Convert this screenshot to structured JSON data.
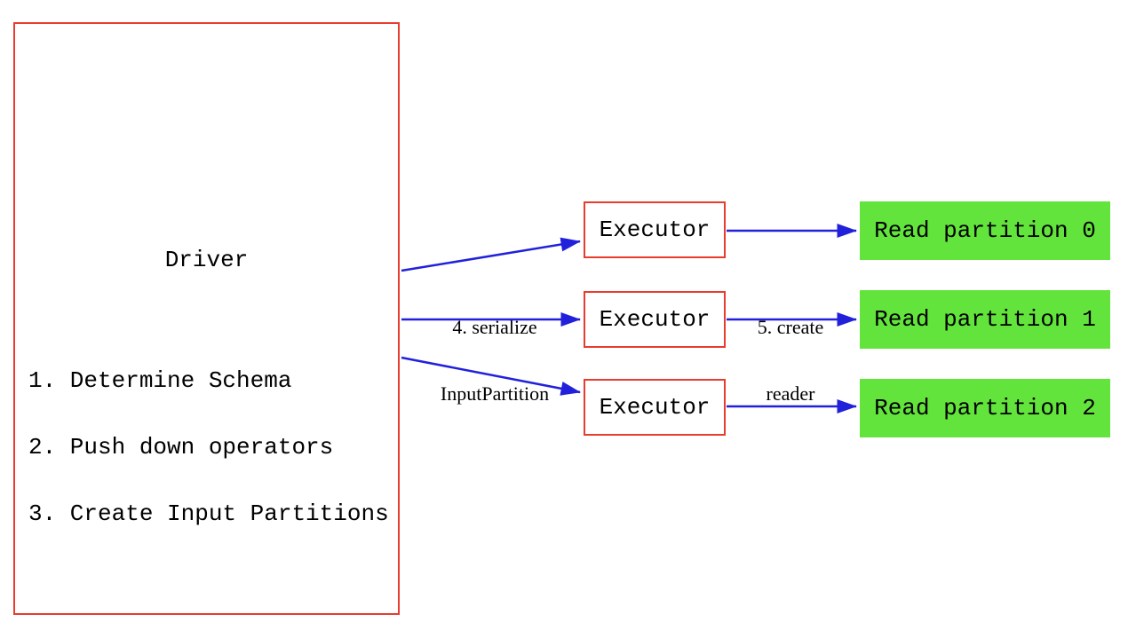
{
  "diagram": {
    "driver": {
      "title": "Driver",
      "steps": [
        "1. Determine Schema",
        "2. Push down operators",
        "3. Create Input Partitions"
      ]
    },
    "executors": [
      {
        "label": "Executor"
      },
      {
        "label": "Executor"
      },
      {
        "label": "Executor"
      }
    ],
    "partitions": [
      {
        "label": "Read partition 0"
      },
      {
        "label": "Read partition 1"
      },
      {
        "label": "Read partition 2"
      }
    ],
    "edge_labels": {
      "serialize": {
        "line1": "4. serialize",
        "line2": "InputPartition"
      },
      "create_reader": {
        "line1": "5. create",
        "line2": "reader"
      }
    },
    "colors": {
      "box_border_red": "#e73c2e",
      "partition_green": "#63e43d",
      "arrow_blue": "#2121dc",
      "text": "#000000",
      "background": "#ffffff"
    }
  }
}
